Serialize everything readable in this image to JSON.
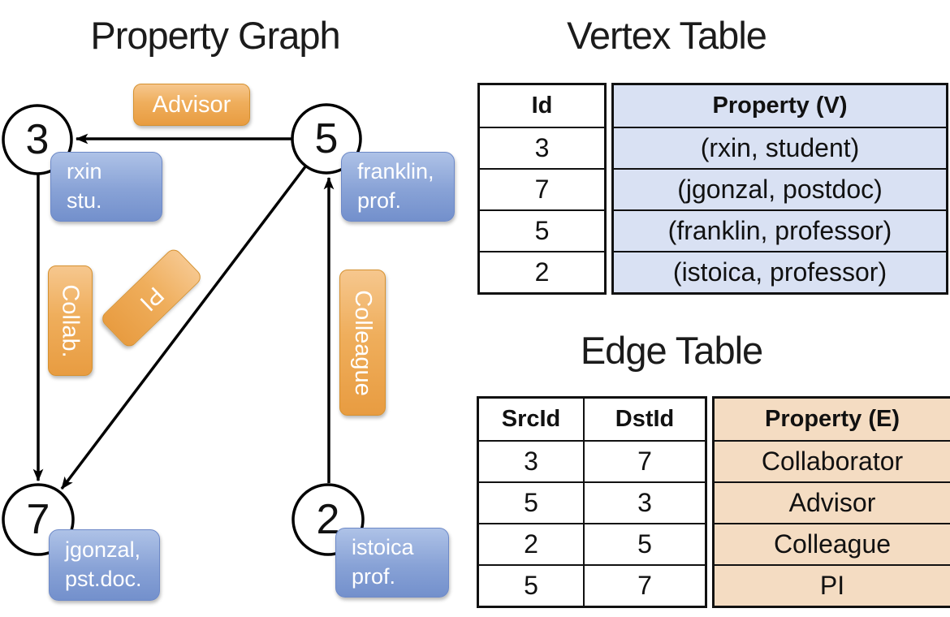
{
  "colors": {
    "label_orange_top": "#F6C78E",
    "label_orange_bottom": "#E89C41",
    "property_box_blue_top": "#AEC2E7",
    "property_box_blue_bottom": "#7390CC",
    "vertex_cell_bg": "#D9E1F3",
    "edge_cell_bg": "#F4DCC2",
    "text_on_boxes": "#FFFFFF",
    "line_color": "#000000"
  },
  "graph": {
    "title": "Property Graph",
    "nodes": [
      {
        "label": "3"
      },
      {
        "label": "5"
      },
      {
        "label": "7"
      },
      {
        "label": "2"
      }
    ],
    "edge_labels": {
      "advisor": "Advisor",
      "collab": "Collab.",
      "pi": "PI",
      "colleague": "Colleague"
    },
    "property_boxes": {
      "rxin": {
        "line1": "rxin",
        "line2": "stu."
      },
      "franklin": {
        "line1": "franklin,",
        "line2": "prof."
      },
      "jgonzal": {
        "line1": "jgonzal,",
        "line2": "pst.doc."
      },
      "istoica": {
        "line1": "istoica",
        "line2": "prof."
      }
    }
  },
  "vertex_table": {
    "title": "Vertex Table",
    "headers": {
      "id": "Id",
      "property": "Property (V)"
    },
    "rows": [
      {
        "id": "3",
        "property": "(rxin, student)"
      },
      {
        "id": "7",
        "property": "(jgonzal, postdoc)"
      },
      {
        "id": "5",
        "property": "(franklin, professor)"
      },
      {
        "id": "2",
        "property": "(istoica, professor)"
      }
    ]
  },
  "edge_table": {
    "title": "Edge Table",
    "headers": {
      "src": "SrcId",
      "dst": "DstId",
      "property": "Property (E)"
    },
    "rows": [
      {
        "src": "3",
        "dst": "7",
        "property": "Collaborator"
      },
      {
        "src": "5",
        "dst": "3",
        "property": "Advisor"
      },
      {
        "src": "2",
        "dst": "5",
        "property": "Colleague"
      },
      {
        "src": "5",
        "dst": "7",
        "property": "PI"
      }
    ]
  }
}
